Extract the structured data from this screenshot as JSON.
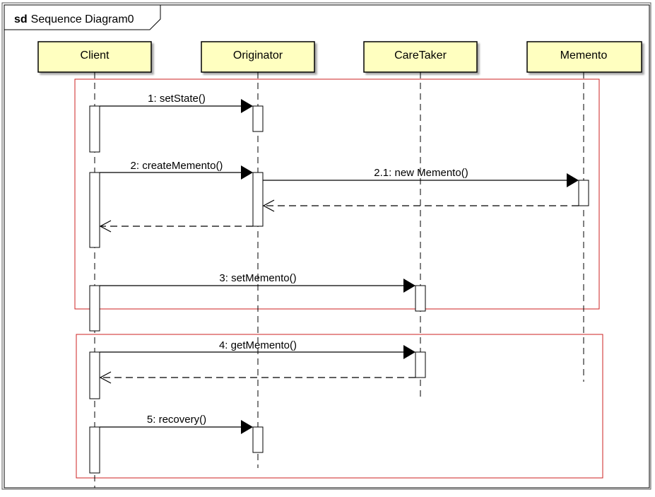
{
  "frame": {
    "keyword": "sd",
    "name": "Sequence Diagram0"
  },
  "lifelines": [
    {
      "id": "client",
      "name": "Client"
    },
    {
      "id": "originator",
      "name": "Originator"
    },
    {
      "id": "caretaker",
      "name": "CareTaker"
    },
    {
      "id": "memento",
      "name": "Memento"
    }
  ],
  "messages": [
    {
      "id": "m1",
      "label": "1: setState()",
      "from": "client",
      "to": "originator",
      "kind": "sync"
    },
    {
      "id": "m2",
      "label": "2: createMemento()",
      "from": "client",
      "to": "originator",
      "kind": "sync"
    },
    {
      "id": "m21",
      "label": "2.1: new Memento()",
      "from": "originator",
      "to": "memento",
      "kind": "sync"
    },
    {
      "id": "r21",
      "label": "",
      "from": "memento",
      "to": "originator",
      "kind": "return"
    },
    {
      "id": "r2",
      "label": "",
      "from": "originator",
      "to": "client",
      "kind": "return"
    },
    {
      "id": "m3",
      "label": "3: setMemento()",
      "from": "client",
      "to": "caretaker",
      "kind": "sync"
    },
    {
      "id": "m4",
      "label": "4: getMemento()",
      "from": "client",
      "to": "caretaker",
      "kind": "sync"
    },
    {
      "id": "r4",
      "label": "",
      "from": "caretaker",
      "to": "client",
      "kind": "return"
    },
    {
      "id": "m5",
      "label": "5: recovery()",
      "from": "client",
      "to": "originator",
      "kind": "sync"
    }
  ],
  "colors": {
    "lifeline_head_fill": "#ffffc0",
    "highlight_box": "#cc2222",
    "line": "#000000"
  }
}
